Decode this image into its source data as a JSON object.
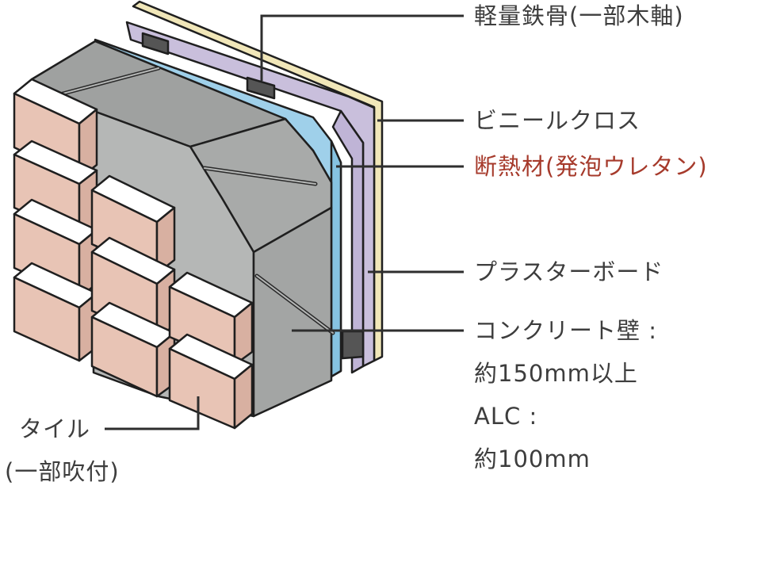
{
  "colors": {
    "label_text": "#3d3d3d",
    "accent_text": "#a63a2b",
    "leader_line": "#2e2e2e",
    "concrete_front": "#b5b7b6",
    "concrete_top": "#9fa1a0",
    "concrete_inner": "#a8aaa9",
    "steel": "#555555",
    "insulation": "#9fd0ea",
    "plasterboard": "#c9bfdc",
    "vinyl_cloth": "#f1e7b9",
    "tile": "#e8c4b5",
    "tile_top": "#ffffff"
  },
  "labels": {
    "steel_frame": "軽量鉄骨(一部木軸)",
    "vinyl_cloth": "ビニールクロス",
    "insulation": "断熱材(発泡ウレタン)",
    "plasterboard": "プラスターボード",
    "concrete_wall_line1": "コンクリート壁 :",
    "concrete_wall_line2": "約150mm以上",
    "alc_line1": "ALC :",
    "alc_line2": "約100mm",
    "tile_line1": "タイル",
    "tile_line2": "(一部吹付)"
  }
}
